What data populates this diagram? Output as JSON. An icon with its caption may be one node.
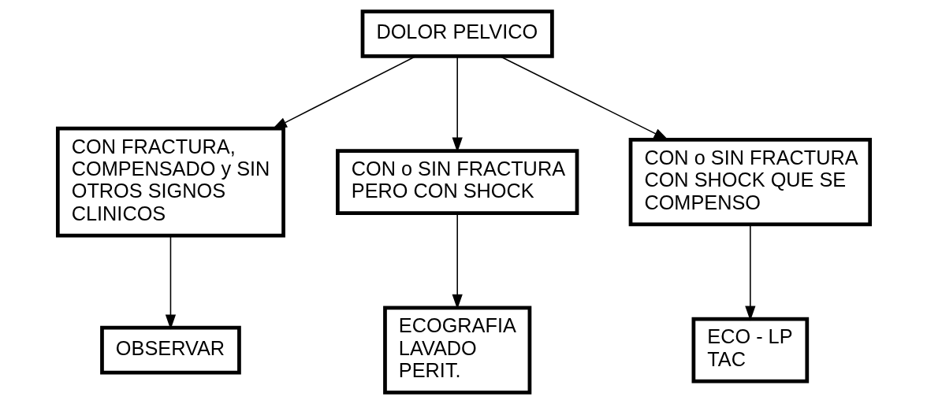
{
  "diagram": {
    "nodes": [
      {
        "text": [
          "DOLOR PELVICO"
        ]
      },
      {
        "text": [
          "CON FRACTURA, COMPENSADO y SIN OTROS SIGNOS CLINICOS"
        ]
      },
      {
        "text": [
          "CON o SIN FRACTURA PERO CON SHOCK"
        ]
      },
      {
        "text": [
          "CON o SIN FRACTURA CON SHOCK QUE SE COMPENSO"
        ]
      },
      {
        "text": [
          "OBSERVAR"
        ]
      },
      {
        "text": [
          "ECOGRAFIA LAVADO PERIT."
        ]
      },
      {
        "text": [
          "ECO - LP TAC"
        ]
      }
    ],
    "edges": [
      {
        "from": 0,
        "to": 1,
        "arrow": "to"
      },
      {
        "from": 0,
        "to": 2,
        "arrow": "to"
      },
      {
        "from": 0,
        "to": 3,
        "arrow": "to"
      },
      {
        "from": 1,
        "to": 4,
        "arrow": "to"
      },
      {
        "from": 2,
        "to": 5,
        "arrow": "to"
      },
      {
        "from": 3,
        "to": 6,
        "arrow": "to"
      }
    ]
  }
}
